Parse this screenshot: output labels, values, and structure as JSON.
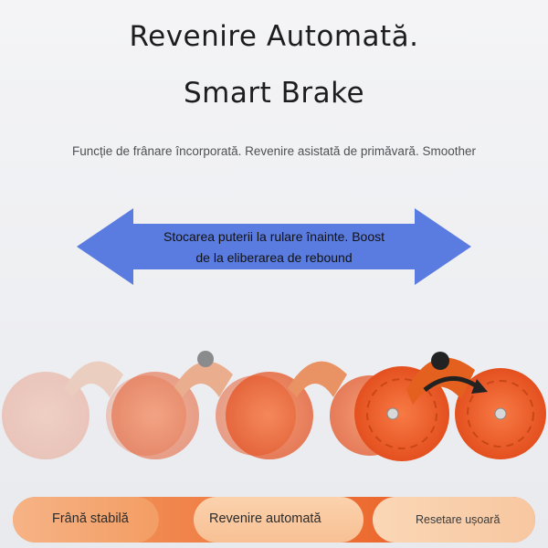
{
  "header": {
    "title_line1": "Revenire Automată.",
    "title_line2": "Smart Brake",
    "subtitle": "Funcție de frânare încorporată. Revenire asistată de primăvară. Smoother"
  },
  "arrow": {
    "line1": "Stocarea puterii la rulare înainte. Boost",
    "line2": "de la eliberarea de rebound",
    "color": "#5a7be0"
  },
  "features": [
    {
      "label": "Frână stabilă"
    },
    {
      "label": "Revenire automată"
    },
    {
      "label": "Resetare ușoară"
    }
  ],
  "colors": {
    "accent": "#e8571f",
    "wheel": "#f05a2a"
  }
}
